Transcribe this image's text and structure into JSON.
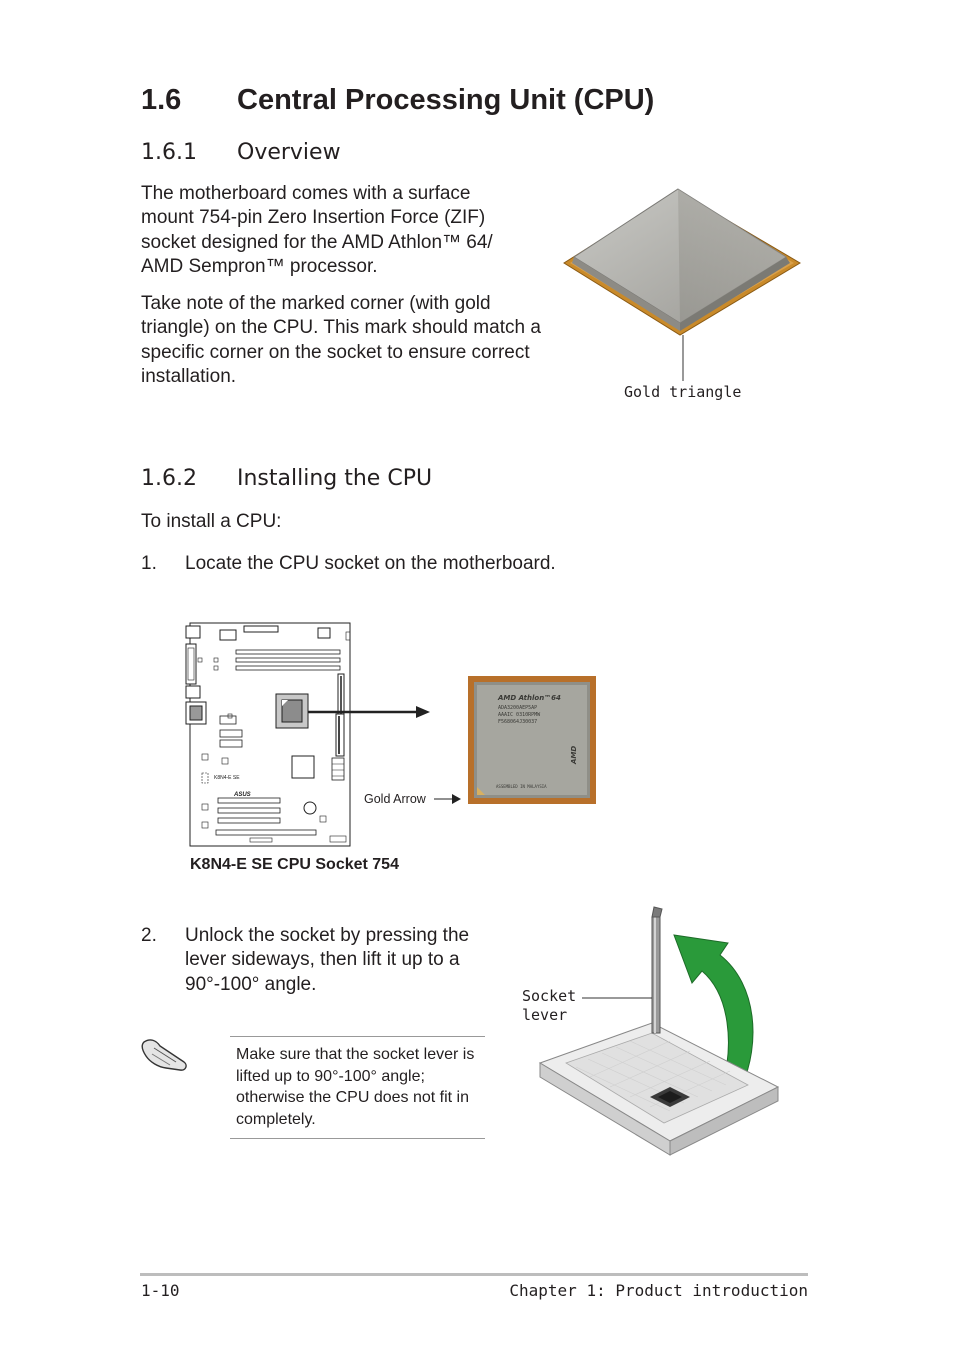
{
  "section": {
    "number": "1.6",
    "title": "Central Processing Unit (CPU)"
  },
  "overview": {
    "number": "1.6.1",
    "title": "Overview",
    "paragraph1": "The motherboard comes with a surface mount 754-pin Zero Insertion Force (ZIF) socket designed for the AMD Athlon™ 64/ AMD Sempron™ processor.",
    "paragraph2": "Take note of the marked corner (with gold triangle) on the CPU. This mark should match a specific corner on the socket to ensure correct installation.",
    "figure_caption": "Gold triangle"
  },
  "installing": {
    "number": "1.6.2",
    "title": "Installing the CPU",
    "intro": "To install a CPU:",
    "steps": [
      {
        "num": "1.",
        "text": "Locate the CPU socket on the motherboard."
      },
      {
        "num": "2.",
        "text": "Unlock the socket by pressing the lever sideways, then lift it up to a 90°-100° angle."
      }
    ],
    "board_label": "K8N4-E SE",
    "board_brand": "ASUS",
    "gold_arrow_label": "Gold Arrow",
    "cpu_chip_text": [
      "AMD Athlon™64",
      "ADA3200AEP5AP",
      "AAAIC 0310RPMW",
      "F568064J30037",
      "AMD",
      "ASSEMBLED IN MALAYSIA"
    ],
    "figure_caption": "K8N4-E SE CPU Socket 754",
    "socket_lever_label": [
      "Socket",
      "lever"
    ],
    "note": "Make sure that the socket lever is lifted up to 90°-100° angle; otherwise the CPU does not fit in completely."
  },
  "footer": {
    "page": "1-10",
    "chapter": "Chapter 1: Product introduction"
  },
  "colors": {
    "gold": "#c98a2a",
    "arrow_green": "#2a9a3a",
    "text": "#231f20"
  }
}
